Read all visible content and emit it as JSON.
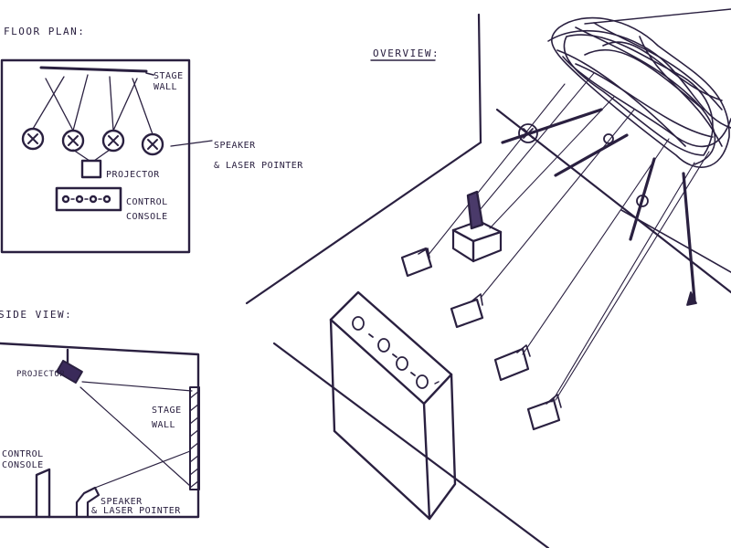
{
  "floor_plan": {
    "heading": "FLOOR PLAN:",
    "stage_wall": [
      "STAGE",
      "WALL"
    ],
    "speaker": [
      "SPEAKER",
      "& LASER POINTER"
    ],
    "projector": "PROJECTOR",
    "console": [
      "CONTROL",
      "CONSOLE"
    ]
  },
  "side_view": {
    "heading": "SIDE VIEW:",
    "projector": "PROJECTOR",
    "stage_wall": [
      "STAGE",
      "WALL"
    ],
    "console": [
      "CONTROL",
      "CONSOLE"
    ],
    "speaker": [
      "SPEAKER",
      "& LASER POINTER"
    ]
  },
  "overview": {
    "heading": "OVERVIEW:"
  },
  "ink_color": "#2a2040"
}
